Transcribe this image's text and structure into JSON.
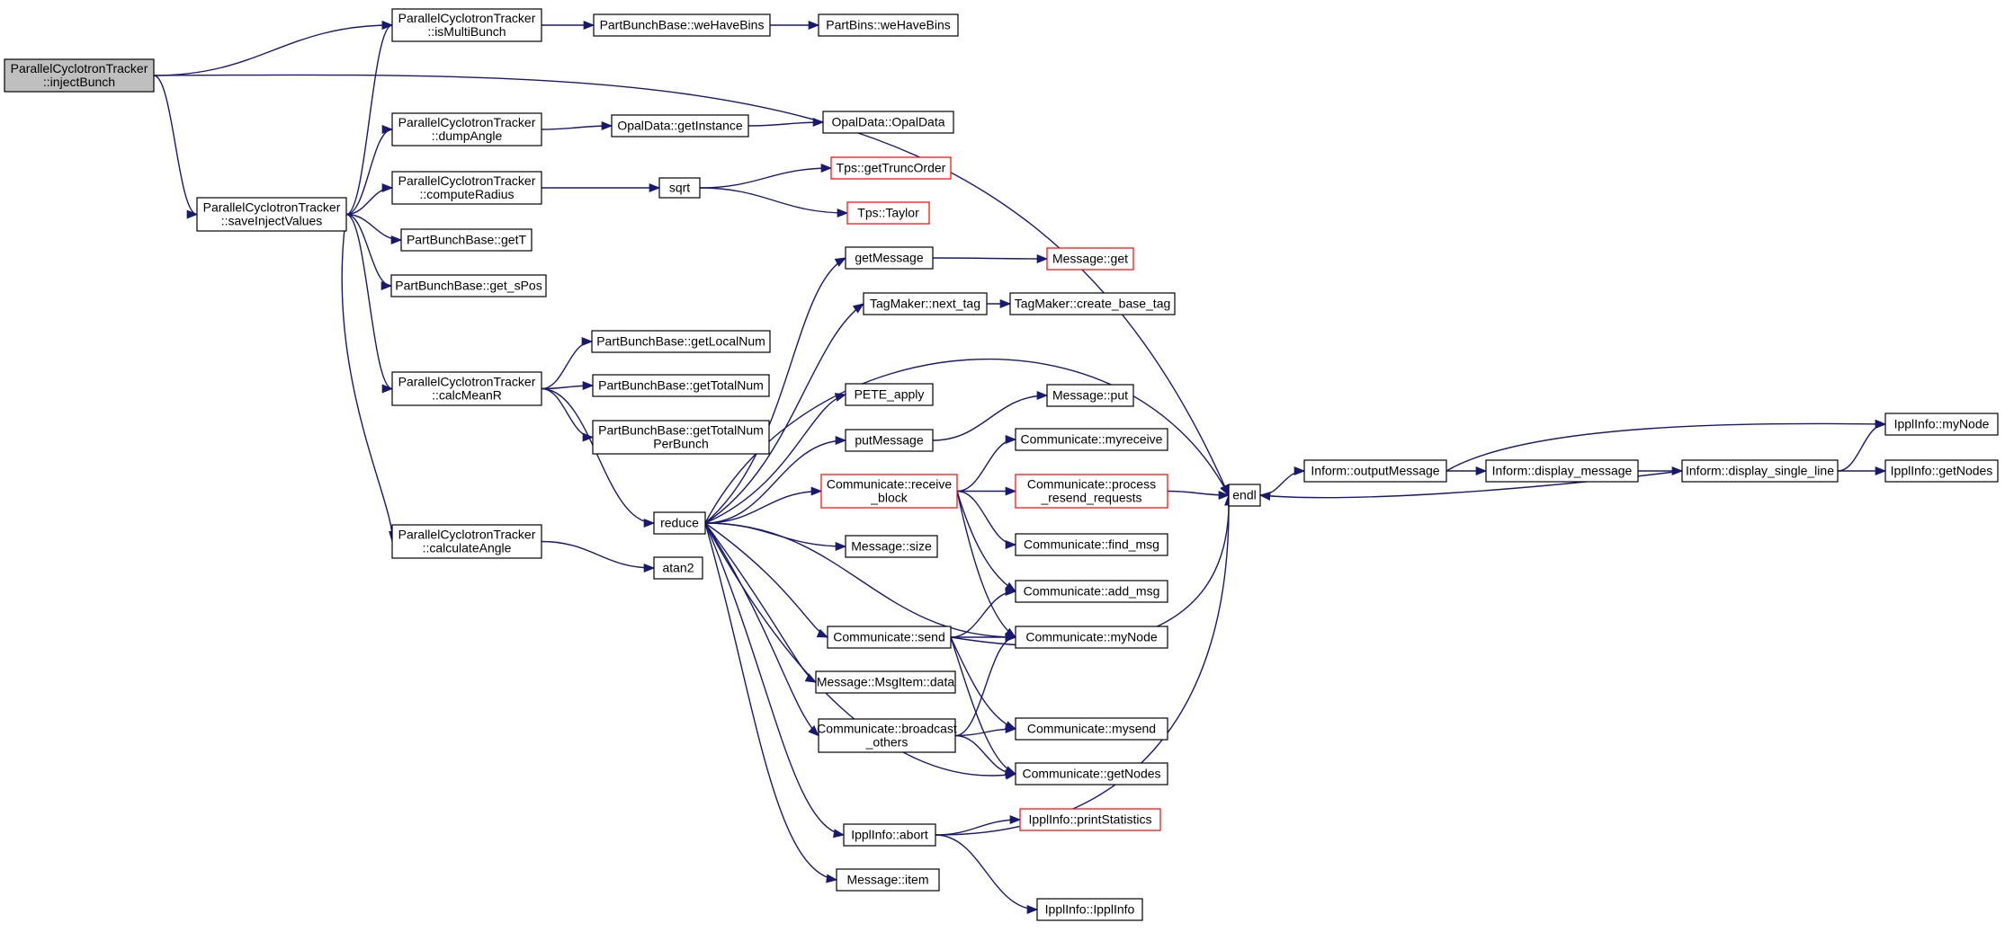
{
  "diagram": {
    "type": "call-graph",
    "colors": {
      "edge": "#191970",
      "node_border": "#000000",
      "node_border_truncated": "#ff0000",
      "root_fill": "#bfbfbf",
      "node_fill": "#ffffff"
    },
    "nodes": {
      "injectBunch": {
        "lines": [
          "ParallelCyclotronTracker",
          "::injectBunch"
        ],
        "root": true
      },
      "isMultiBunch": {
        "lines": [
          "ParallelCyclotronTracker",
          "::isMultiBunch"
        ]
      },
      "weHaveBinsPBB": {
        "lines": [
          "PartBunchBase::weHaveBins"
        ]
      },
      "weHaveBinsPB": {
        "lines": [
          "PartBins::weHaveBins"
        ]
      },
      "saveInjectValues": {
        "lines": [
          "ParallelCyclotronTracker",
          "::saveInjectValues"
        ]
      },
      "dumpAngle": {
        "lines": [
          "ParallelCyclotronTracker",
          "::dumpAngle"
        ]
      },
      "getInstance": {
        "lines": [
          "OpalData::getInstance"
        ]
      },
      "OpalData": {
        "lines": [
          "OpalData::OpalData"
        ]
      },
      "computeRadius": {
        "lines": [
          "ParallelCyclotronTracker",
          "::computeRadius"
        ]
      },
      "sqrt": {
        "lines": [
          "sqrt"
        ]
      },
      "getTruncOrder": {
        "lines": [
          "Tps::getTruncOrder"
        ],
        "truncated": true
      },
      "Taylor": {
        "lines": [
          "Tps::Taylor"
        ],
        "truncated": true
      },
      "getT": {
        "lines": [
          "PartBunchBase::getT"
        ]
      },
      "get_sPos": {
        "lines": [
          "PartBunchBase::get_sPos"
        ]
      },
      "getLocalNum": {
        "lines": [
          "PartBunchBase::getLocalNum"
        ]
      },
      "calcMeanR": {
        "lines": [
          "ParallelCyclotronTracker",
          "::calcMeanR"
        ]
      },
      "getTotalNum": {
        "lines": [
          "PartBunchBase::getTotalNum"
        ]
      },
      "getTotalNumPerBunch": {
        "lines": [
          "PartBunchBase::getTotalNum",
          "PerBunch"
        ]
      },
      "calculateAngle": {
        "lines": [
          "ParallelCyclotronTracker",
          "::calculateAngle"
        ]
      },
      "atan2": {
        "lines": [
          "atan2"
        ]
      },
      "reduce": {
        "lines": [
          "reduce"
        ]
      },
      "getMessage": {
        "lines": [
          "getMessage"
        ]
      },
      "MessageGet": {
        "lines": [
          "Message::get"
        ],
        "truncated": true
      },
      "next_tag": {
        "lines": [
          "TagMaker::next_tag"
        ]
      },
      "create_base_tag": {
        "lines": [
          "TagMaker::create_base_tag"
        ]
      },
      "PETE_apply": {
        "lines": [
          "PETE_apply"
        ]
      },
      "MessagePut": {
        "lines": [
          "Message::put"
        ]
      },
      "putMessage": {
        "lines": [
          "putMessage"
        ]
      },
      "myreceive": {
        "lines": [
          "Communicate::myreceive"
        ]
      },
      "receive_block": {
        "lines": [
          "Communicate::receive",
          "_block"
        ],
        "truncated": true
      },
      "process_resend": {
        "lines": [
          "Communicate::process",
          "_resend_requests"
        ],
        "truncated": true
      },
      "find_msg": {
        "lines": [
          "Communicate::find_msg"
        ]
      },
      "MessageSize": {
        "lines": [
          "Message::size"
        ]
      },
      "add_msg": {
        "lines": [
          "Communicate::add_msg"
        ]
      },
      "send": {
        "lines": [
          "Communicate::send"
        ]
      },
      "CommMyNode": {
        "lines": [
          "Communicate::myNode"
        ]
      },
      "MsgItemData": {
        "lines": [
          "Message::MsgItem::data"
        ]
      },
      "broadcast_others": {
        "lines": [
          "Communicate::broadcast",
          "_others"
        ]
      },
      "mysend": {
        "lines": [
          "Communicate::mysend"
        ]
      },
      "CommGetNodes": {
        "lines": [
          "Communicate::getNodes"
        ]
      },
      "printStatistics": {
        "lines": [
          "IpplInfo::printStatistics"
        ],
        "truncated": true
      },
      "abort": {
        "lines": [
          "IpplInfo::abort"
        ]
      },
      "MessageItem": {
        "lines": [
          "Message::item"
        ]
      },
      "IpplInfoCtor": {
        "lines": [
          "IpplInfo::IpplInfo"
        ]
      },
      "endl": {
        "lines": [
          "endl"
        ]
      },
      "outputMessage": {
        "lines": [
          "Inform::outputMessage"
        ]
      },
      "display_message": {
        "lines": [
          "Inform::display_message"
        ]
      },
      "display_single_line": {
        "lines": [
          "Inform::display_single_line"
        ]
      },
      "IpplMyNode": {
        "lines": [
          "IpplInfo::myNode"
        ]
      },
      "IpplGetNodes": {
        "lines": [
          "IpplInfo::getNodes"
        ]
      }
    },
    "edges": [
      [
        "injectBunch",
        "isMultiBunch"
      ],
      [
        "injectBunch",
        "saveInjectValues"
      ],
      [
        "injectBunch",
        "endl"
      ],
      [
        "isMultiBunch",
        "weHaveBinsPBB"
      ],
      [
        "weHaveBinsPBB",
        "weHaveBinsPB"
      ],
      [
        "saveInjectValues",
        "isMultiBunch"
      ],
      [
        "saveInjectValues",
        "dumpAngle"
      ],
      [
        "saveInjectValues",
        "computeRadius"
      ],
      [
        "saveInjectValues",
        "getT"
      ],
      [
        "saveInjectValues",
        "get_sPos"
      ],
      [
        "saveInjectValues",
        "calcMeanR"
      ],
      [
        "saveInjectValues",
        "calculateAngle"
      ],
      [
        "dumpAngle",
        "getInstance"
      ],
      [
        "getInstance",
        "OpalData"
      ],
      [
        "computeRadius",
        "sqrt"
      ],
      [
        "sqrt",
        "getTruncOrder"
      ],
      [
        "sqrt",
        "Taylor"
      ],
      [
        "calcMeanR",
        "getLocalNum"
      ],
      [
        "calcMeanR",
        "getTotalNum"
      ],
      [
        "calcMeanR",
        "getTotalNumPerBunch"
      ],
      [
        "calcMeanR",
        "reduce"
      ],
      [
        "calculateAngle",
        "atan2"
      ],
      [
        "reduce",
        "getMessage"
      ],
      [
        "reduce",
        "next_tag"
      ],
      [
        "reduce",
        "endl"
      ],
      [
        "reduce",
        "PETE_apply"
      ],
      [
        "reduce",
        "putMessage"
      ],
      [
        "reduce",
        "receive_block"
      ],
      [
        "reduce",
        "MessageSize"
      ],
      [
        "reduce",
        "CommMyNode"
      ],
      [
        "reduce",
        "send"
      ],
      [
        "reduce",
        "MsgItemData"
      ],
      [
        "reduce",
        "broadcast_others"
      ],
      [
        "reduce",
        "CommGetNodes"
      ],
      [
        "reduce",
        "abort"
      ],
      [
        "reduce",
        "MessageItem"
      ],
      [
        "getMessage",
        "MessageGet"
      ],
      [
        "next_tag",
        "create_base_tag"
      ],
      [
        "putMessage",
        "MessagePut"
      ],
      [
        "receive_block",
        "myreceive"
      ],
      [
        "receive_block",
        "process_resend"
      ],
      [
        "receive_block",
        "find_msg"
      ],
      [
        "receive_block",
        "add_msg"
      ],
      [
        "receive_block",
        "CommMyNode"
      ],
      [
        "process_resend",
        "endl"
      ],
      [
        "send",
        "add_msg"
      ],
      [
        "send",
        "CommMyNode"
      ],
      [
        "send",
        "mysend"
      ],
      [
        "send",
        "CommGetNodes"
      ],
      [
        "send",
        "endl"
      ],
      [
        "broadcast_others",
        "CommMyNode"
      ],
      [
        "broadcast_others",
        "mysend"
      ],
      [
        "broadcast_others",
        "CommGetNodes"
      ],
      [
        "abort",
        "printStatistics"
      ],
      [
        "abort",
        "IpplInfoCtor"
      ],
      [
        "abort",
        "endl"
      ],
      [
        "endl",
        "outputMessage"
      ],
      [
        "outputMessage",
        "display_message"
      ],
      [
        "outputMessage",
        "IpplMyNode"
      ],
      [
        "display_message",
        "display_single_line"
      ],
      [
        "display_single_line",
        "IpplMyNode"
      ],
      [
        "display_single_line",
        "IpplGetNodes"
      ],
      [
        "display_single_line",
        "endl"
      ]
    ]
  }
}
